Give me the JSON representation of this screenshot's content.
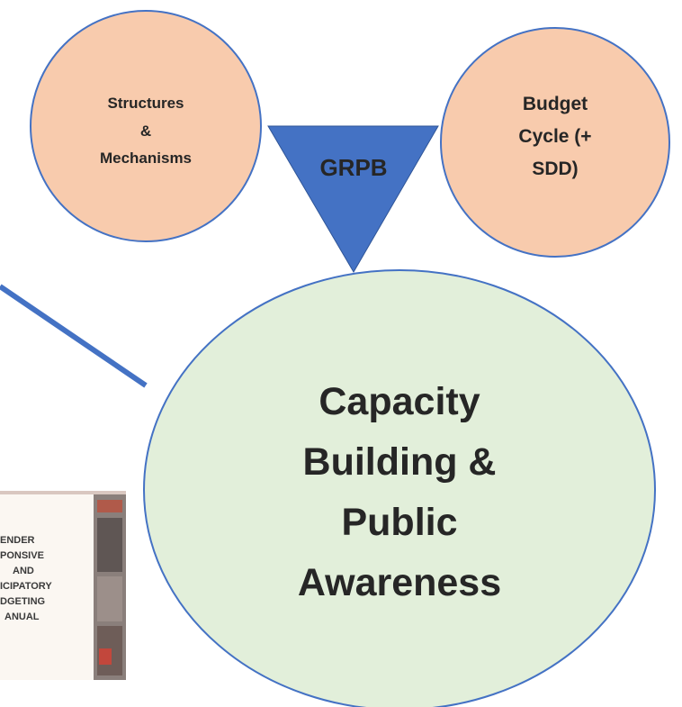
{
  "colors": {
    "small_circle_fill": "#F8CBAD",
    "small_circle_stroke": "#4472C4",
    "big_circle_fill": "#E2EFDA",
    "big_circle_stroke": "#4472C4",
    "triangle_fill": "#4472C4",
    "connector_line": "#4472C4",
    "text": "#262626"
  },
  "nodes": {
    "structures": [
      "Structures",
      "&",
      "Mechanisms"
    ],
    "budget": [
      "Budget",
      "Cycle (+",
      "SDD)"
    ],
    "grpb": "GRPB",
    "capacity": [
      "Capacity",
      "Building &",
      "Public",
      "Awareness"
    ]
  },
  "manual_cover": [
    "ENDER",
    "PONSIVE",
    "AND",
    "ICIPATORY",
    "DGETING",
    "ANUAL"
  ]
}
